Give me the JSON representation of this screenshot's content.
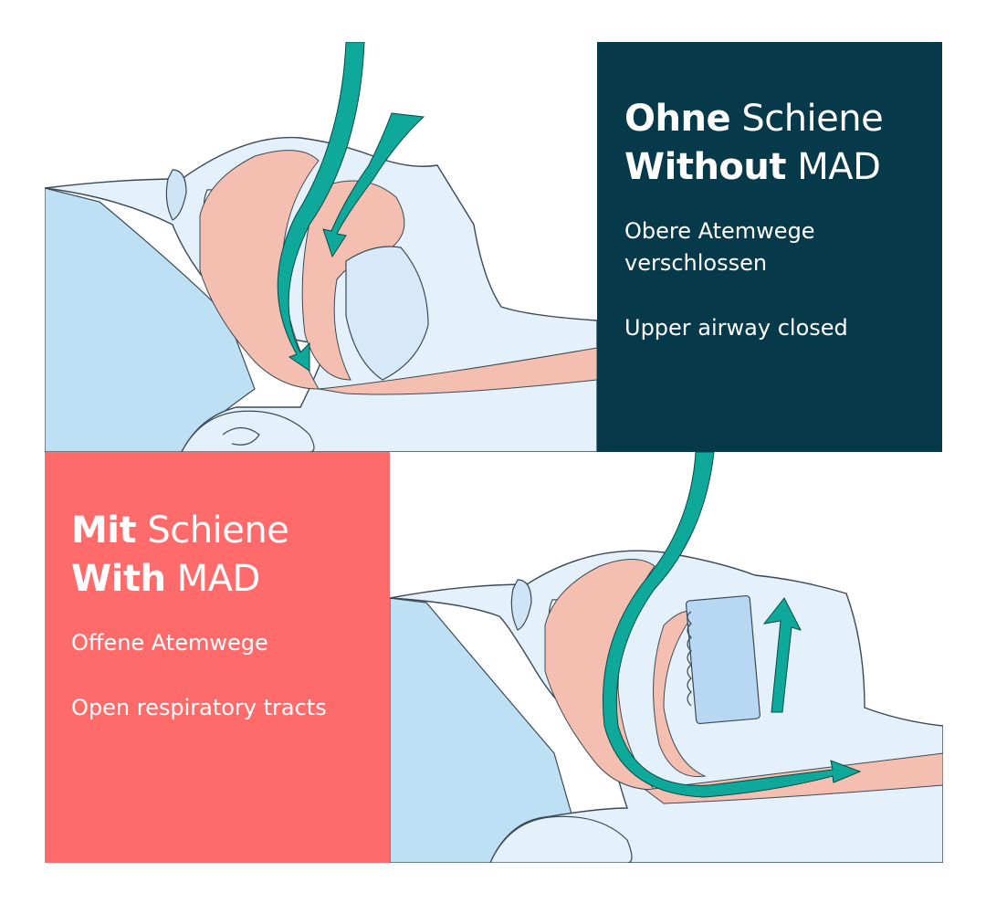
{
  "without": {
    "line1_bold": "Ohne",
    "line1_light": "Schiene",
    "line2_bold": "Without",
    "line2_light": "MAD",
    "german_text_1": "Obere Atemwege",
    "german_text_2": "verschlossen",
    "english_text": "Upper airway closed"
  },
  "with": {
    "line1_bold": "Mit",
    "line1_light": "Schiene",
    "line2_bold": "With",
    "line2_light": "MAD",
    "german_text": "Offene Atemwege",
    "english_text": "Open respiratory tracts"
  },
  "colors": {
    "without_box": "#063a4b",
    "with_box": "#ff6b6b",
    "airflow_arrow": "#0fa99c",
    "tissue": "#f4bfb1",
    "skin": "#e4f1fb",
    "pillow": "#bde0f5"
  }
}
